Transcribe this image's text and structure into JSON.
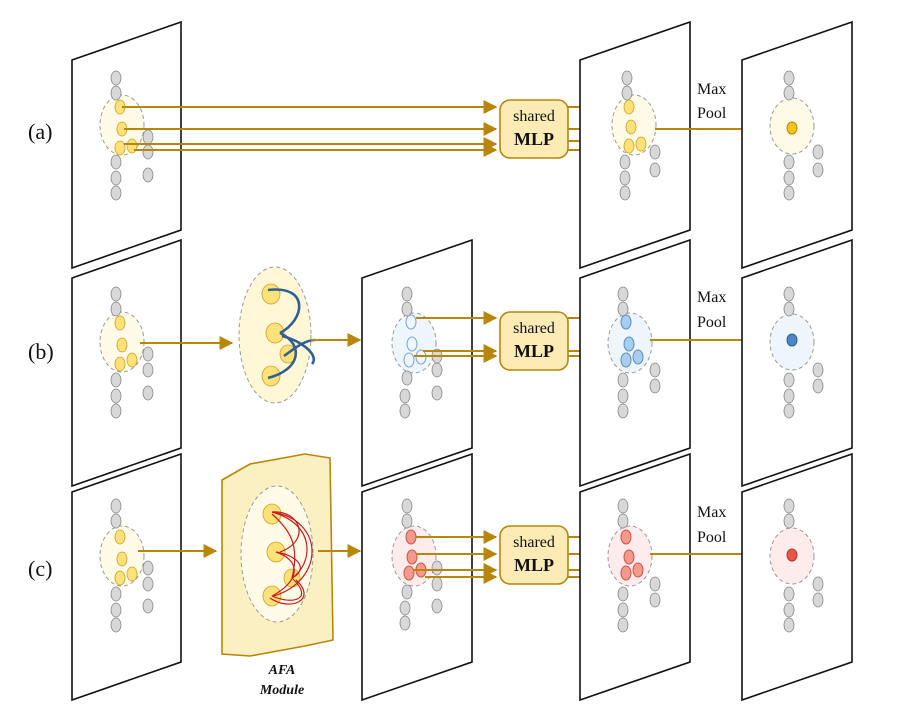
{
  "rows": [
    {
      "id": "a",
      "label": "(a)"
    },
    {
      "id": "b",
      "label": "(b)"
    },
    {
      "id": "c",
      "label": "(c)"
    }
  ],
  "mlp": {
    "line1": "shared",
    "line2": "MLP"
  },
  "pool": {
    "line1": "Max",
    "line2": "Pool"
  },
  "afa": {
    "line1": "AFA",
    "line2": "Module"
  },
  "colors": {
    "arrow": "#b8860b",
    "frame": "#111111",
    "point_gray": "#d8d8d8",
    "point_yellow": "#ffe17a",
    "point_blue": "#a9cdee",
    "point_red": "#f49a8c",
    "mlp_fill": "#fdebb5",
    "mlp_stroke": "#b8860b",
    "afa_fill": "#fbf0c2",
    "curve_blue": "#2f5f93",
    "curve_red": "#c81e1e"
  }
}
